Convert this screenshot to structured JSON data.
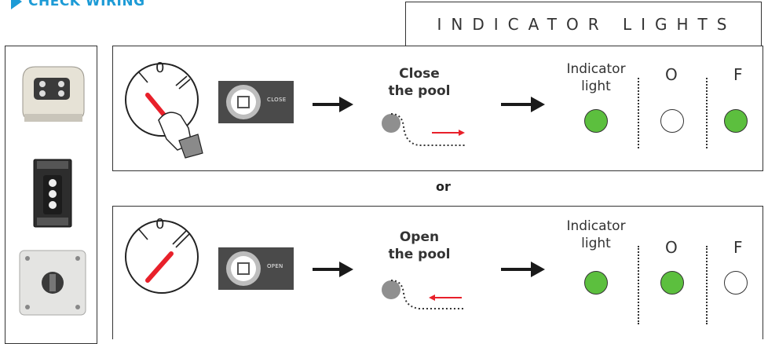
{
  "header": {
    "title": "CHECK WIRING"
  },
  "section_title": "INDICATOR LIGHTS",
  "separator": "or",
  "colors": {
    "accent": "#1d9bd6",
    "green": "#5cbf3e",
    "red": "#e8202a",
    "arrow": "#1a1a1a"
  },
  "rows": [
    {
      "panel_text": "CLOSE",
      "action_line1": "Close",
      "action_line2": "the pool",
      "indicator_label_1": "Indicator",
      "indicator_label_2": "light",
      "col_o": "O",
      "col_f": "F",
      "lights": {
        "indicator": "on",
        "o": "off",
        "f": "on"
      }
    },
    {
      "panel_text": "OPEN",
      "action_line1": "Open",
      "action_line2": "the pool",
      "indicator_label_1": "Indicator",
      "indicator_label_2": "light",
      "col_o": "O",
      "col_f": "F",
      "lights": {
        "indicator": "on",
        "o": "on",
        "f": "off"
      }
    }
  ],
  "dial_labels": {
    "zero": "0",
    "two": "II"
  }
}
